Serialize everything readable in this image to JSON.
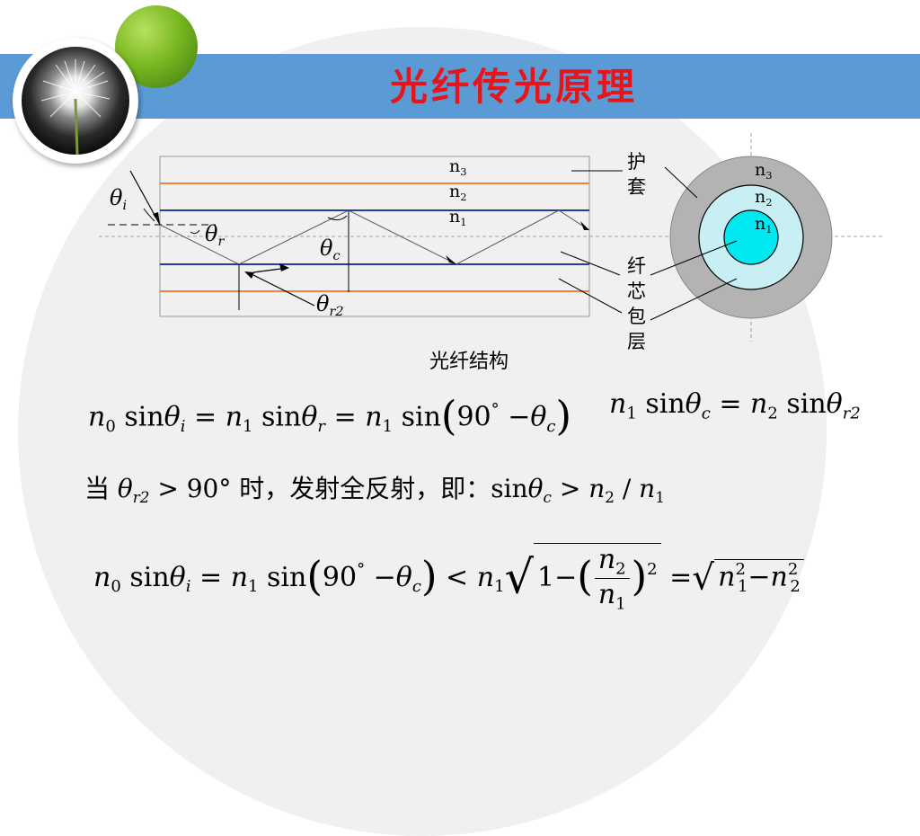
{
  "title": "光纤传光原理",
  "diagram": {
    "caption": "光纤结构",
    "labels": {
      "n3": "n",
      "n3_sub": "3",
      "n2": "n",
      "n2_sub": "2",
      "n1": "n",
      "n1_sub": "1",
      "theta": "θ",
      "i_sub": "i",
      "r_sub": "r",
      "c_sub": "c",
      "r2_sub": "r2",
      "jacket": [
        "护",
        "套"
      ],
      "core": "纤",
      "core2": "芯",
      "cladding_a": "包",
      "cladding_b": "层"
    },
    "colors": {
      "orange": "#f0843c",
      "blue": "#1f3fa8",
      "grey_ring": "#b3b3b3",
      "cladding": "#c8f0f4",
      "core": "#00e8f0"
    }
  },
  "equations": {
    "eq1": {
      "n0": "n",
      "n0_sub": "0",
      "sin": "sin",
      "theta": "θ",
      "i": "i",
      "eq": "=",
      "n1": "n",
      "n1_sub": "1",
      "r": "r",
      "deg": "90",
      "circ": "°",
      "minus": "−",
      "c": "c"
    },
    "eq2": {
      "n1": "n",
      "n1_sub": "1",
      "sin": "sin",
      "theta": "θ",
      "c": "c",
      "eq": "=",
      "n2": "n",
      "n2_sub": "2",
      "r2": "r2"
    },
    "condition": {
      "when": "当",
      "theta": "θ",
      "r2": "r2",
      "gt90": " > 90° ",
      "text": "时，发射全反射，即：",
      "sin": "sin",
      "c": "c",
      "gt": " > ",
      "n2": "n",
      "n2_sub": "2",
      "slash": " / ",
      "n1": "n",
      "n1_sub": "1"
    },
    "eq3": {
      "n0": "n",
      "n0_sub": "0",
      "sin": "sin",
      "theta": "θ",
      "i": "i",
      "eq": "=",
      "n1": "n",
      "n1_sub": "1",
      "deg": "90",
      "circ": "°",
      "minus": "−",
      "c": "c",
      "lt": "<",
      "one": "1",
      "n2": "n",
      "n2_sub": "2",
      "sq": "2",
      "eq2": "=",
      "exp": "2"
    }
  }
}
